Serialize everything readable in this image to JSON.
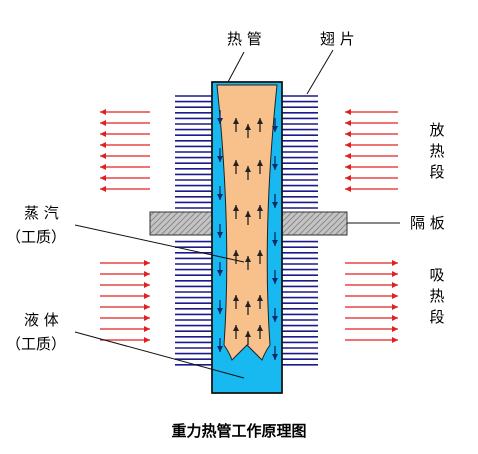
{
  "labels": {
    "heat_pipe": "热 管",
    "fins": "翅 片",
    "release_section": [
      "放",
      "热",
      "段"
    ],
    "absorb_section": [
      "吸",
      "热",
      "段"
    ],
    "partition": "隔 板",
    "vapor": "蒸 汽",
    "vapor_medium": "（工质）",
    "liquid": "液 体",
    "liquid_medium": "（工质）"
  },
  "caption": "重力热管工作原理图",
  "colors": {
    "vapor_fill": "#f8c08a",
    "liquid_fill": "#18b8f0",
    "fin_lines": "#1a1a8c",
    "heat_arrows": "#e02020",
    "partition_fill": "#b8b8b8",
    "outline": "#111111"
  },
  "icons": {
    "upward_vapor_arrow": "arrow-up",
    "downward_liquid_arrow": "arrow-down",
    "heat_out_arrow": "arrow-left",
    "heat_in_arrow": "arrow-right"
  }
}
